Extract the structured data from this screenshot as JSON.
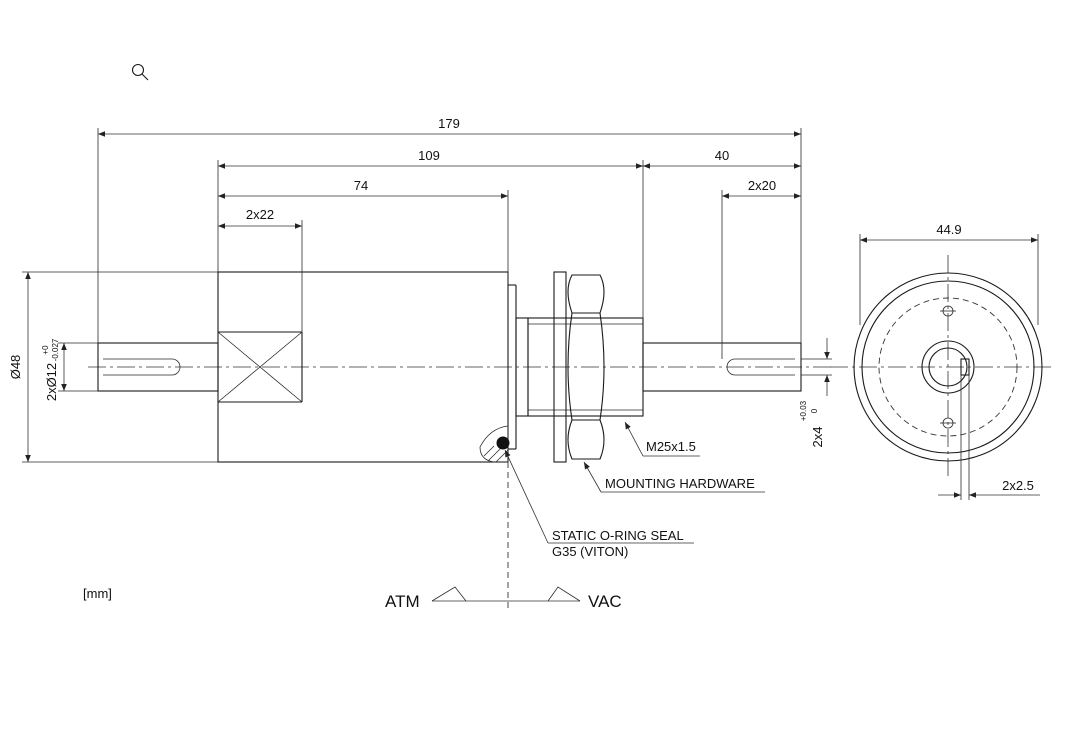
{
  "units_label": "[mm]",
  "icons": {
    "zoom": "magnifier-icon"
  },
  "dims": {
    "overall_length": "179",
    "length_109": "109",
    "length_74": "74",
    "length_40": "40",
    "flat_22": "2x22",
    "keyway_20": "2x20",
    "flange_width": "44.9",
    "key_width": "2x2.5",
    "housing_dia": "Ø48",
    "shaft_dia_main": "2xØ12",
    "shaft_dia_tol_upper": "+0",
    "shaft_dia_tol_lower": "-0.027",
    "key_main": "2x4",
    "key_tol_upper": "+0.03",
    "key_tol_lower": "0"
  },
  "labels": {
    "thread": "M25x1.5",
    "mounting": "MOUNTING HARDWARE",
    "oring_line1": "STATIC O-RING SEAL",
    "oring_line2": "G35 (VITON)",
    "atm": "ATM",
    "vac": "VAC"
  }
}
